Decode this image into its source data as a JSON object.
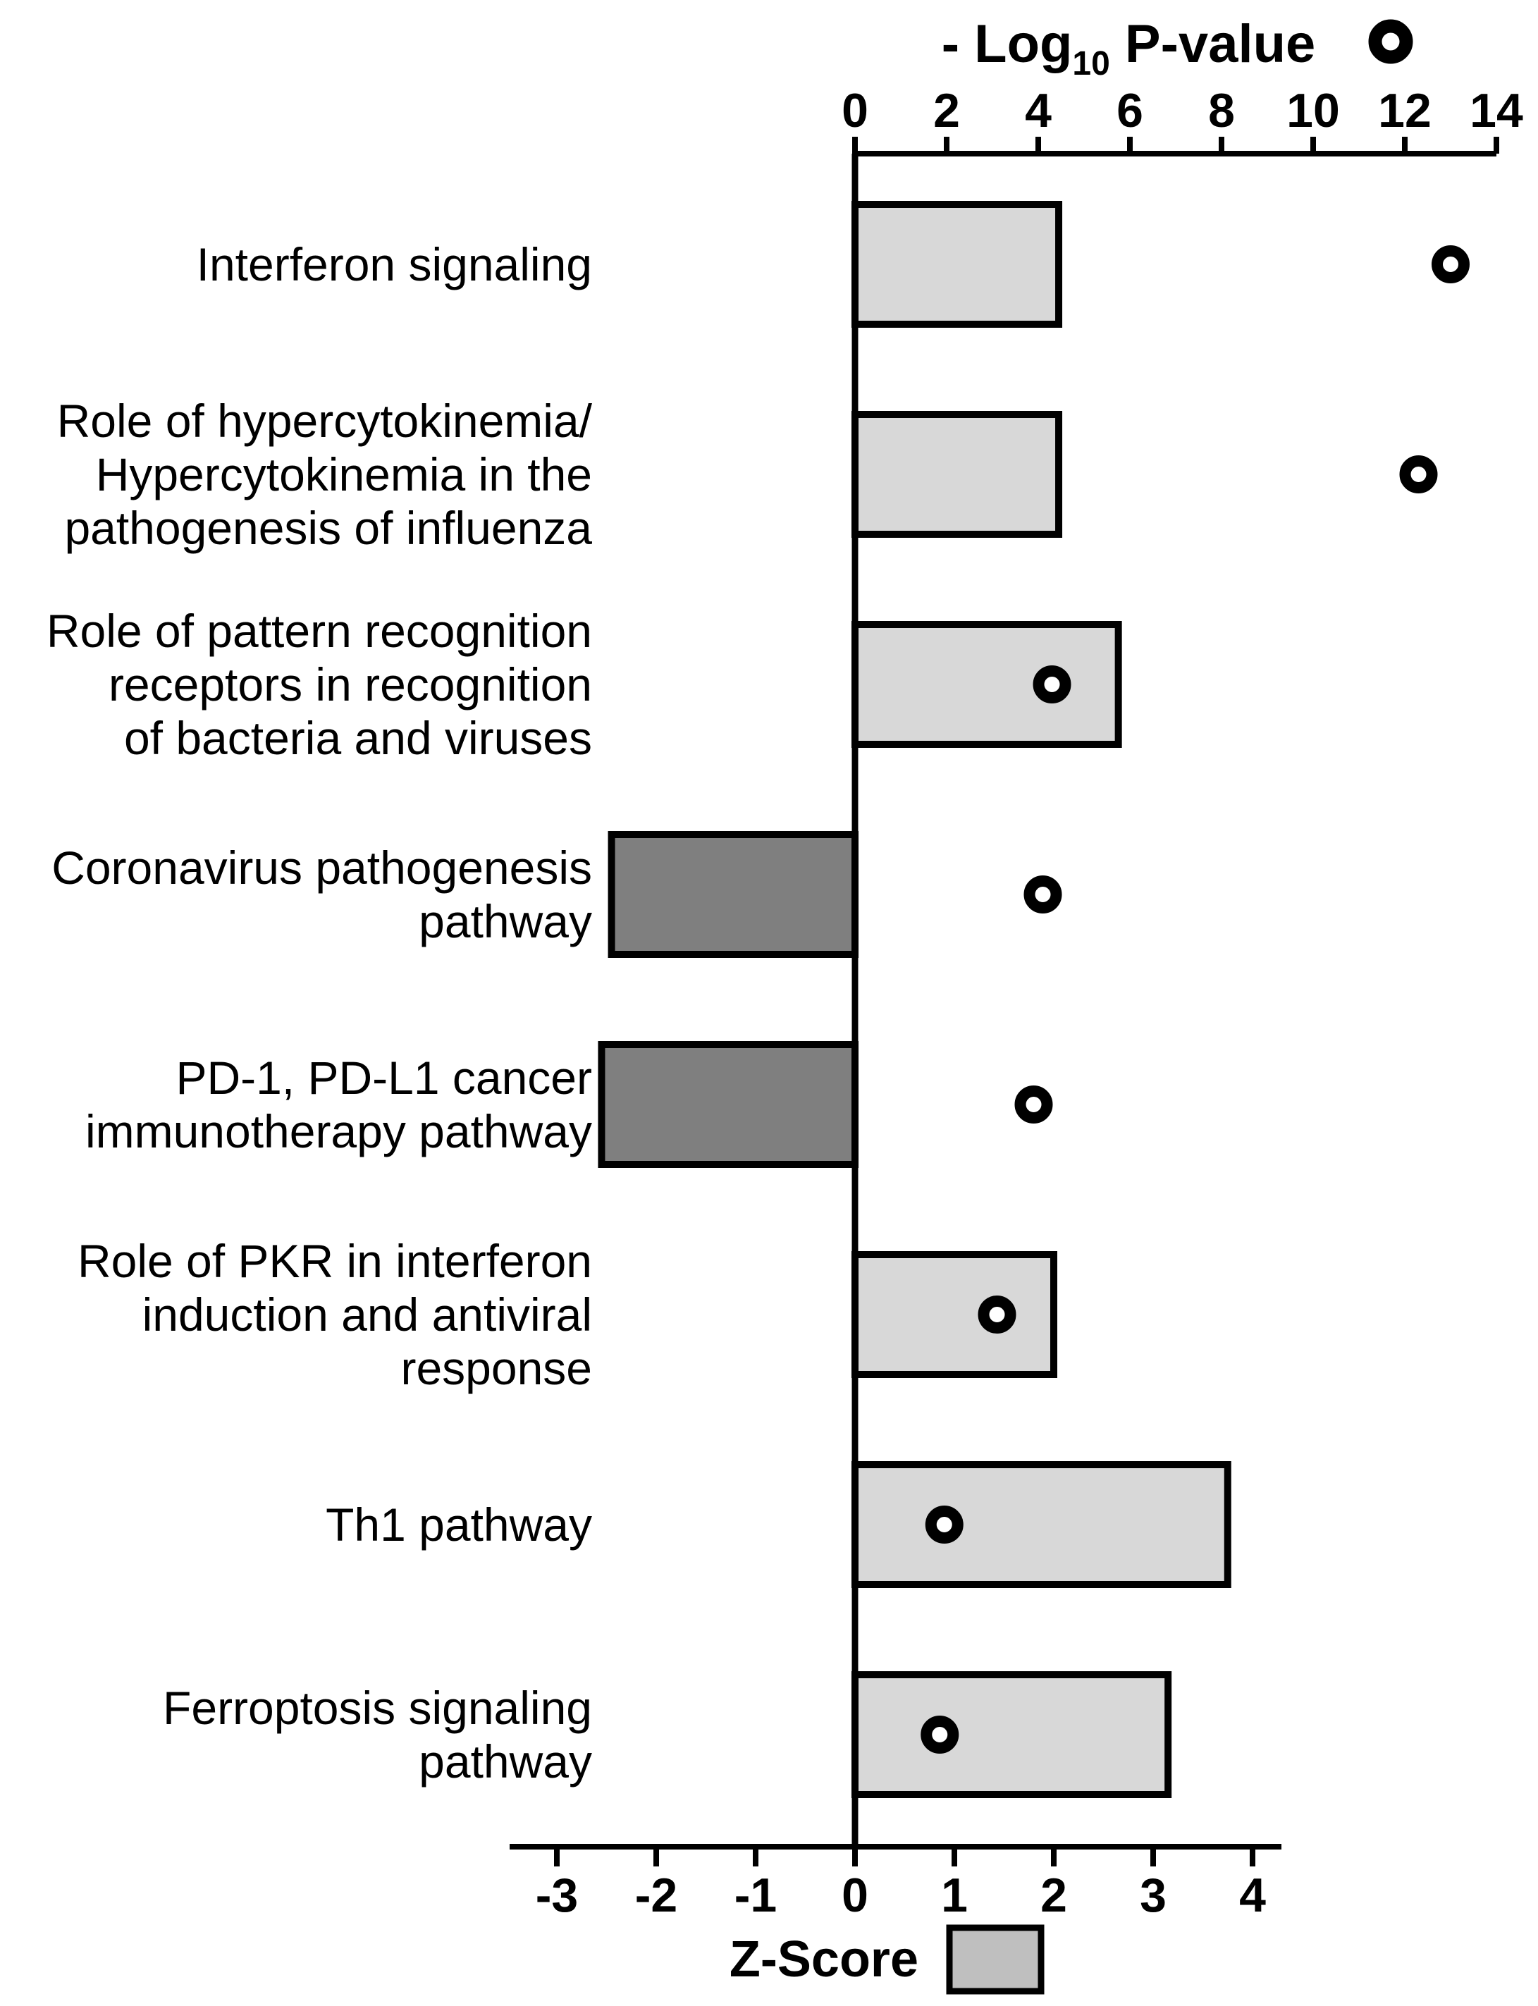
{
  "page": {
    "background": "#ffffff"
  },
  "chart_data": {
    "type": "bar",
    "orientation": "horizontal",
    "grid": false,
    "top_axis": {
      "label_prefix": "- Log",
      "label_subscript": "10",
      "label_suffix": " P-value",
      "label_plain": "- Log10 P-value",
      "series_name": "-Log10 P-value",
      "marker": "open-circle",
      "ticks": [
        0,
        2,
        4,
        6,
        8,
        10,
        12,
        14
      ],
      "range": [
        0,
        14
      ]
    },
    "bottom_axis": {
      "label": "Z-Score",
      "series_name": "Z-Score",
      "marker": "bar",
      "ticks": [
        -3,
        -2,
        -1,
        0,
        1,
        2,
        3,
        4
      ],
      "range": [
        -3,
        4
      ]
    },
    "categories": [
      "Interferon signaling",
      "Role of hypercytokinemia/Hypercytokinemia in the pathogenesis of influenza",
      "Role of pattern recognition receptors in recognition of bacteria and viruses",
      "Coronavirus pathogenesis pathway",
      "PD-1, PD-L1 cancer immunotherapy pathway",
      "Role of PKR in interferon induction and antiviral response",
      "Th1 pathway",
      "Ferroptosis signaling pathway"
    ],
    "rows": [
      {
        "label_lines": [
          "Interferon signaling"
        ],
        "z_score": 2.05,
        "neg_log10_p": 13.0
      },
      {
        "label_lines": [
          "Role of hypercytokinemia/",
          "Hypercytokinemia in the",
          "pathogenesis of influenza"
        ],
        "z_score": 2.05,
        "neg_log10_p": 12.3
      },
      {
        "label_lines": [
          "Role of pattern recognition",
          "receptors in recognition",
          "of bacteria and viruses"
        ],
        "z_score": 2.65,
        "neg_log10_p": 4.3
      },
      {
        "label_lines": [
          "Coronavirus pathogenesis",
          "pathway"
        ],
        "z_score": -2.45,
        "neg_log10_p": 4.1
      },
      {
        "label_lines": [
          "PD-1, PD-L1 cancer",
          "immunotherapy pathway"
        ],
        "z_score": -2.55,
        "neg_log10_p": 3.9
      },
      {
        "label_lines": [
          "Role of PKR in interferon",
          "induction and antiviral",
          "response"
        ],
        "z_score": 2.0,
        "neg_log10_p": 3.1
      },
      {
        "label_lines": [
          "Th1 pathway"
        ],
        "z_score": 3.75,
        "neg_log10_p": 1.95
      },
      {
        "label_lines": [
          "Ferroptosis signaling",
          "pathway"
        ],
        "z_score": 3.15,
        "neg_log10_p": 1.85
      }
    ],
    "colors": {
      "positive_bar_fill": "#d8d8d8",
      "negative_bar_fill": "#7f7f7f",
      "legend_swatch_fill": "#bfbfbf",
      "stroke": "#000000",
      "point_fill": "#ffffff",
      "background": "#ffffff"
    }
  }
}
